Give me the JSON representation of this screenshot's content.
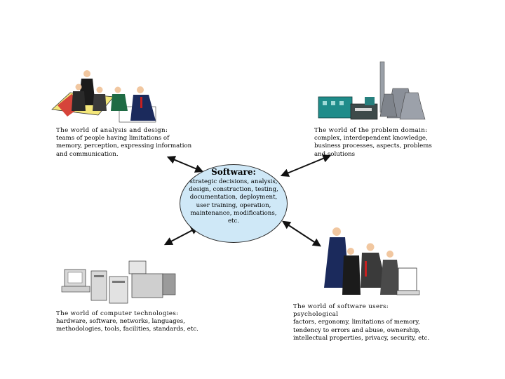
{
  "center": {
    "title": "Software:",
    "text": "strategic decisions, analysis, design, construction, testing, documentation, deployment, user training, operation, maintenance, modifications, etc."
  },
  "worlds": {
    "analysis": {
      "heading": "The world of analysis and design:",
      "body": "teams of people having limitations of memory, perception, expressing information and communication."
    },
    "problem": {
      "heading": "The world of the problem domain:",
      "body": "complex, interdependent knowledge, business processes, aspects, problems and solutions"
    },
    "technology": {
      "heading": "The world of computer technologies:",
      "body": "hardware, software, networks, languages, methodologies, tools, facilities, standards, etc."
    },
    "users": {
      "heading": "The world of software users: psychological",
      "body": "factors, ergonomy, limitations of memory, tendency to errors and abuse, ownership, intellectual properties, privacy, security, etc."
    }
  },
  "colors": {
    "ellipse_fill": "#cfe8f7",
    "factory_teal": "#1f8c8a",
    "tower_gray": "#8a8f98"
  }
}
